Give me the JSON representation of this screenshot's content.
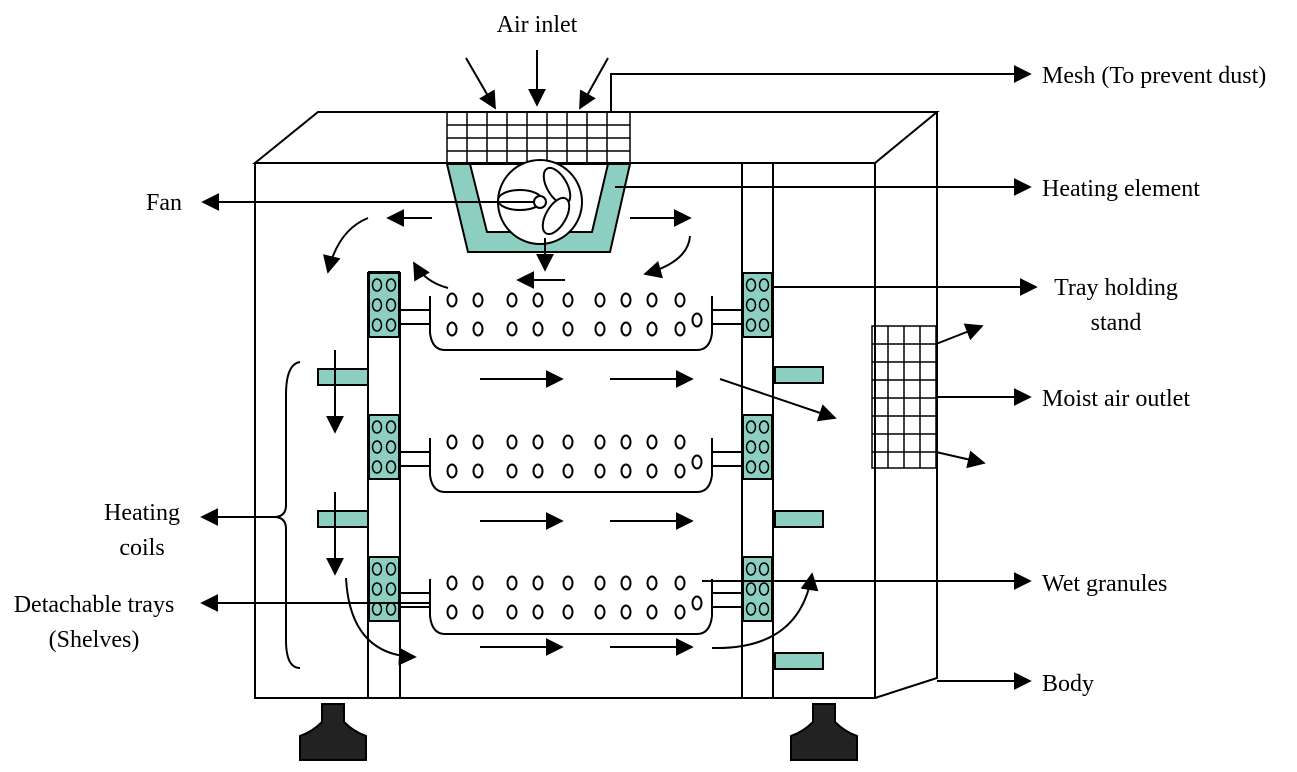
{
  "labels": {
    "air_inlet": "Air inlet",
    "mesh": "Mesh (To prevent dust)",
    "fan": "Fan",
    "heating_element": "Heating element",
    "tray_holding_stand_1": "Tray holding",
    "tray_holding_stand_2": "stand",
    "moist_air_outlet": "Moist air outlet",
    "heating_coils_1": "Heating",
    "heating_coils_2": "coils",
    "wet_granules": "Wet granules",
    "detachable_trays_1": "Detachable trays",
    "detachable_trays_2": "(Shelves)",
    "body": "Body"
  },
  "colors": {
    "heating_element": "#8ccfc0",
    "stand_pads": "#8ccfc0",
    "feet": "#222222",
    "line": "#000000"
  }
}
